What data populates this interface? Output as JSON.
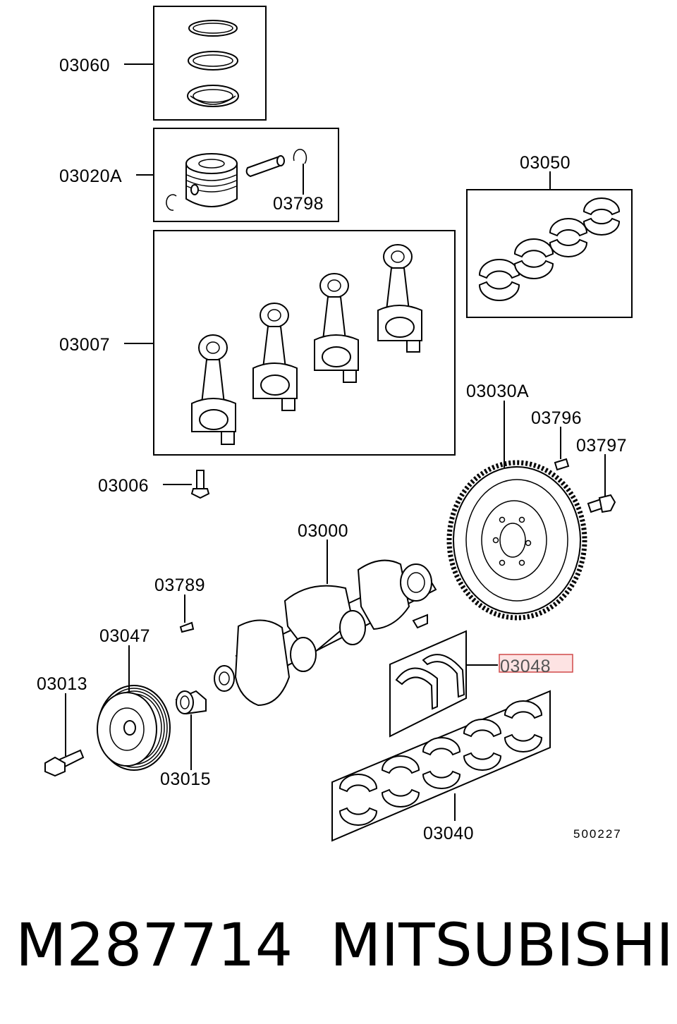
{
  "diagram": {
    "callouts": {
      "c03060": "03060",
      "c03020A": "03020A",
      "c03798": "03798",
      "c03050": "03050",
      "c03007": "03007",
      "c03030A": "03030A",
      "c03796": "03796",
      "c03797": "03797",
      "c03006": "03006",
      "c03000": "03000",
      "c03789": "03789",
      "c03047": "03047",
      "c03048": "03048",
      "c03013": "03013",
      "c03015": "03015",
      "c03040": "03040"
    },
    "diagram_code": "500227",
    "highlighted_callout": "03048",
    "highlight_color": "#d04a4a"
  },
  "footer": {
    "part_number": "M287714",
    "brand": "MITSUBISHI"
  }
}
